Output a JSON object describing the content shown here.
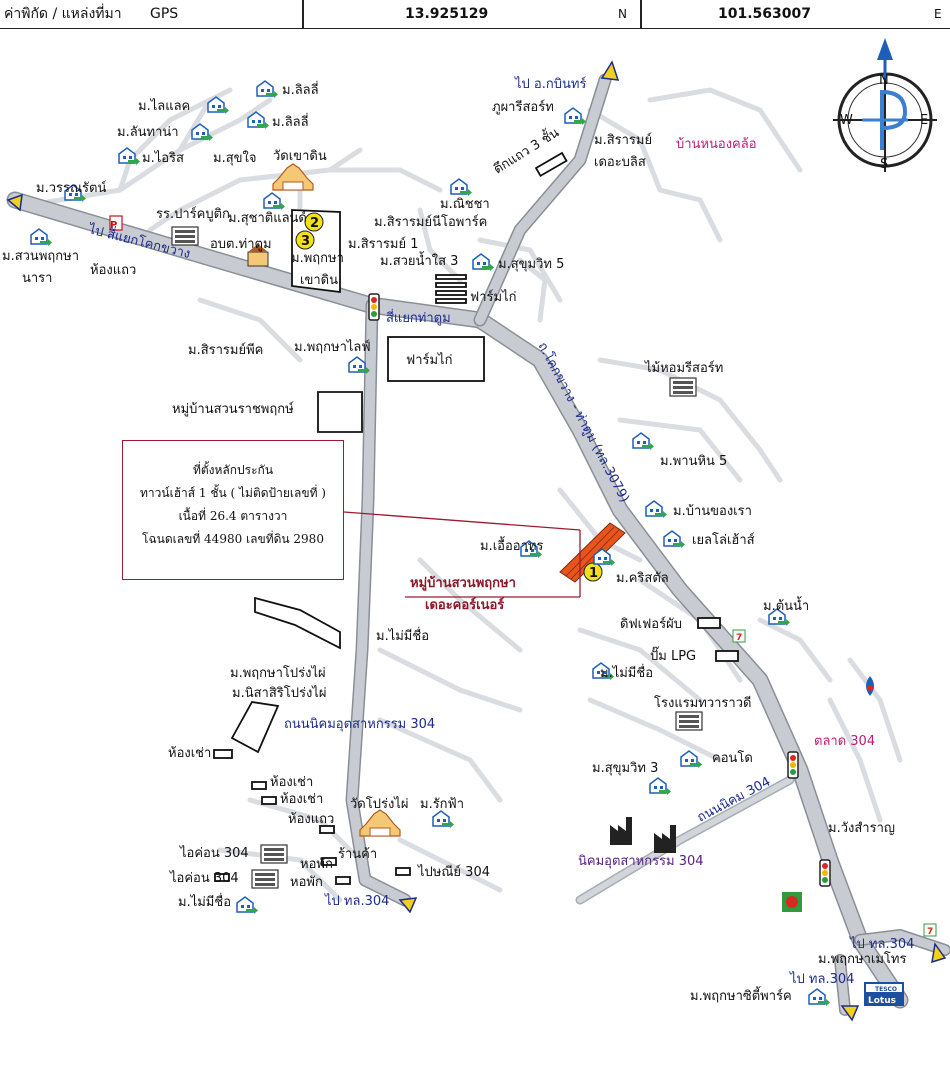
{
  "header": {
    "label": "ค่าพิกัด / แหล่งที่มา",
    "source": "GPS",
    "lat": "13.925129",
    "lat_unit": "N",
    "lon": "101.563007",
    "lon_unit": "E"
  },
  "compass": {
    "n": "N",
    "s": "S",
    "e": "E",
    "w": "W"
  },
  "info_box": {
    "line1": "ที่ตั้งหลักประกัน",
    "line2": "ทาวน์เฮ้าส์ 1 ชั้น ( ไม่ติดป้ายเลขที่ )",
    "line3": "เนื้อที่ 26.4 ตารางวา",
    "line4": "โฉนดเลขที่ 44980 เลขที่ดิน 2980"
  },
  "property": {
    "name1": "หมู่บ้านสวนพฤกษา",
    "name2": "เดอะคอร์เนอร์"
  },
  "markers": [
    "1",
    "2",
    "3"
  ],
  "road_labels": {
    "to_kabin": "ไป อ.กบินทร์",
    "to_khokkhwang": "ไป สี่แยกโคกขวาง",
    "tha_tum_junction": "สี่แยกท่าตูม",
    "route_3079": "ถ.โคกขวาง - ท่าตูม (ทล.3079)",
    "nikhom_road_1": "ถนนนิคมอุตสาหกรรม 304",
    "nikhom_road_2": "ถนนนิคม 304",
    "to_304_a": "ไป ทล.304",
    "to_304_b": "ไป ทล.304",
    "to_304_c": "ไป ทล.304"
  },
  "pink_labels": {
    "ban_nong_khla": "บ้านหนองคล้อ",
    "market_304": "ตลาด 304"
  },
  "labels": {
    "m_lilly_1": "ม.ลิลลี่",
    "m_lilac": "ม.ไลแลค",
    "m_lilly_2": "ม.ลิลลี่",
    "m_lanthana": "ม.ลันทาน่า",
    "m_iris": "ม.ไอริส",
    "m_suk_jai": "ม.สุขใจ",
    "wat_khao_din": "วัดเขาดิน",
    "m_wannarat": "ม.วรรณรัตน์",
    "rr_park": "รร.ปาร์คบูติก",
    "m_suchatiland": "ม.สุชาติแลนด์",
    "obt_tha_tum": "อบต.ท่าตูม",
    "m_suan_phruksa_nara_1": "ม.สวนพฤกษา",
    "m_suan_phruksa_nara_2": "นารา",
    "hong_thaeo_1": "ห้องแถว",
    "m_phruksa_khaodin_1": "ม.พฤกษา",
    "m_phruksa_khaodin_2": "เขาดิน",
    "phu_pha_resort": "ภูผารีสอร์ท",
    "teuk_thaeo": "ตึกแถว 3 ชั้น",
    "m_sirarom_bliss_1": "ม.สิรารมย์",
    "m_sirarom_bliss_2": "เดอะบลิส",
    "m_nitcha": "ม.ณิชชา",
    "m_sirarom_neo": "ม.สิรารมย์นีโอพาร์ค",
    "m_sirarom_1": "ม.สิรารมย์ 1",
    "m_suai_nam_sai": "ม.สวยน้ำใส 3",
    "m_sukhumvit_5": "ม.สุขุมวิท 5",
    "farm_kai_1": "ฟาร์มไก่",
    "farm_kai_2": "ฟาร์มไก่",
    "m_sirarom_peak": "ม.สิรารมย์พีค",
    "m_phruksa_life": "ม.พฤกษาไลฟ์",
    "mai_hom": "ไม้หอมรีสอร์ท",
    "m_suan_rat": "หมู่บ้านสวนราชพฤกษ์",
    "m_phan_hin": "ม.พานหิน 5",
    "m_ban_khong_rao": "ม.บ้านของเรา",
    "yellow_house": "เยลโล่เฮ้าส์",
    "m_ueaarthon": "ม.เอื้ออาทร",
    "m_crystal": "ม.คริสตัล",
    "m_ton_nam": "ม.ต้นน้ำ",
    "different_pub": "ดิฟเฟอร์ผับ",
    "pump_lpg": "ปั๊ม LPG",
    "m_mai_mi_chue_1": "ม.ไม่มีชื่อ",
    "m_mai_mi_chue_2": "ม.ไม่มีชื่อ",
    "m_phruksa_prong_phai": "ม.พฤกษาโปร่งไผ่",
    "m_nisa_siri": "ม.นิสาสิริโปร่งไผ่",
    "hotel_thawara": "โรงแรมทวาราวดี",
    "hong_chao_1": "ห้องเช่า",
    "hong_chao_2": "ห้องเช่า",
    "hong_chao_3": "ห้องเช่า",
    "hong_thaeo_2": "ห้องแถว",
    "m_sukhumvit_3": "ม.สุขุมวิท 3",
    "condo": "คอนโด",
    "wat_prong_phai": "วัดโปร่งไผ่",
    "m_rak_fa": "ม.รักฟ้า",
    "i_con_1": "ไอค่อน 304",
    "i_con_2": "ไอค่อน 304",
    "hor_phak_1": "หอพัก",
    "hor_phak_2": "หอพัก",
    "ran_kha": "ร้านค้า",
    "post_office": "ไปษณีย์ 304",
    "m_mai_mi_chue_3": "ม.ไม่มีชื่อ",
    "nikhom_304": "นิคมอุตสาหกรรม 304",
    "m_wang_saran": "ม.วังสำราญ",
    "m_phruksa_mettro": "ม.พฤกษาเมโทร",
    "m_phruksa_city_park": "ม.พฤกษาซิตี้พาร์ค",
    "tesco_top": "TESCO",
    "tesco_bottom": "Lotus"
  },
  "colors": {
    "road": "#c8ccd2",
    "road_edge": "#8a8f96",
    "minor_road": "#d9dce0",
    "accent_blue": "#1c2b8c",
    "property": "#e8541c",
    "info_border": "#9b1b30"
  }
}
